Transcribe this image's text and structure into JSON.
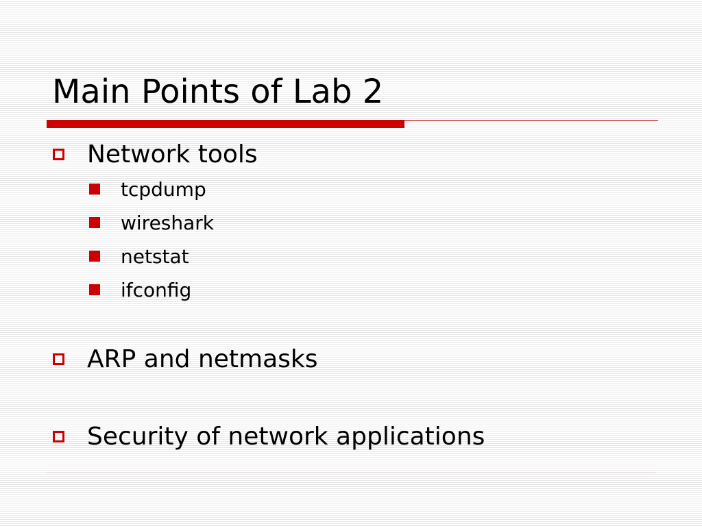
{
  "slide": {
    "title": "Main Points of Lab 2",
    "accent_color": "#cc0000",
    "bullets": [
      {
        "text": "Network tools",
        "marker_icon": "hollow-square-bullet",
        "sub_bullets": [
          {
            "text": "tcpdump",
            "marker_icon": "solid-square-bullet"
          },
          {
            "text": "wireshark",
            "marker_icon": "solid-square-bullet"
          },
          {
            "text": "netstat",
            "marker_icon": "solid-square-bullet"
          },
          {
            "text": "ifconfig",
            "marker_icon": "solid-square-bullet"
          }
        ]
      },
      {
        "text": "ARP and netmasks",
        "marker_icon": "hollow-square-bullet"
      },
      {
        "text": "Security of network applications",
        "marker_icon": "hollow-square-bullet"
      }
    ]
  }
}
